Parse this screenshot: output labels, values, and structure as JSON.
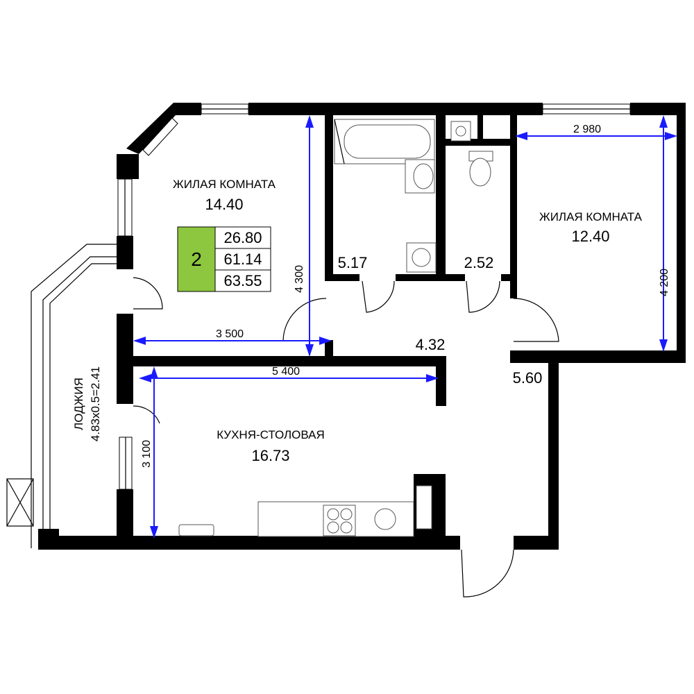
{
  "rooms": {
    "living1": {
      "label": "ЖИЛАЯ КОМНАТА",
      "area": "14.40"
    },
    "living2": {
      "label": "ЖИЛАЯ КОМНАТА",
      "area": "12.40"
    },
    "kitchen": {
      "label": "КУХНЯ-СТОЛОВАЯ",
      "area": "16.73"
    },
    "loggia": {
      "label": "ЛОДЖИЯ",
      "formula": "4.83x0.5=2.41"
    },
    "bathroom": {
      "area": "5.17"
    },
    "wc": {
      "area": "2.52"
    },
    "hall": {
      "area": "4.32"
    },
    "corridor": {
      "area": "5.60"
    }
  },
  "summary": {
    "rooms_count": "2",
    "living_area": "26.80",
    "total_area": "61.14",
    "total_with_loggia": "63.55",
    "accent_color": "#8dc63f"
  },
  "dimensions": {
    "living1_width": "3 500",
    "living1_depth": "4 300",
    "living2_width": "2 980",
    "living2_depth": "4 200",
    "kitchen_width": "5 400",
    "kitchen_depth": "3 100"
  },
  "colors": {
    "walls": "#000000",
    "dimension_lines": "#1a1aff"
  }
}
